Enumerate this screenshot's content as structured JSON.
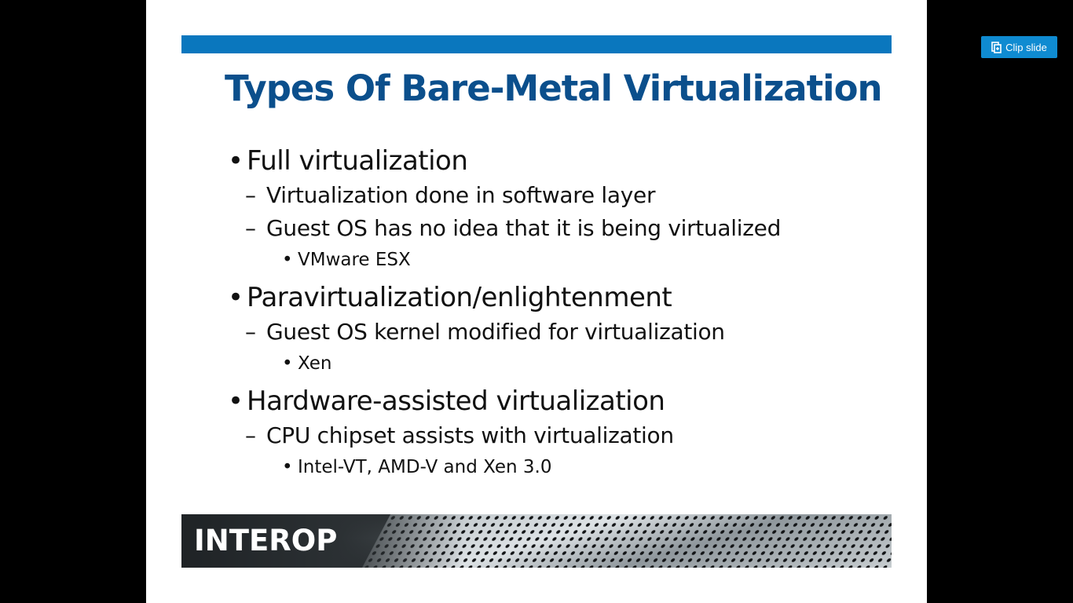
{
  "slide": {
    "title": "Types Of Bare-Metal Virtualization",
    "bullets": [
      {
        "text": "Full virtualization",
        "sub": [
          {
            "text": "Virtualization done in software layer"
          },
          {
            "text": "Guest OS has no idea that it is being virtualized",
            "sub": [
              "VMware ESX"
            ]
          }
        ]
      },
      {
        "text": "Paravirtualization/enlightenment",
        "sub": [
          {
            "text": "Guest OS kernel modified for virtualization",
            "sub": [
              "Xen"
            ]
          }
        ]
      },
      {
        "text": "Hardware-assisted virtualization",
        "sub": [
          {
            "text": "CPU chipset assists with virtualization",
            "sub": [
              "Intel-VT, AMD-V and Xen 3.0"
            ]
          }
        ]
      }
    ],
    "level1_marker": "•",
    "level2_marker": "–",
    "level3_marker": "•",
    "footer_logo": "INTEROP"
  },
  "toolbar": {
    "clip_label": "Clip slide",
    "clip_icon": "clip-slide-icon"
  },
  "colors": {
    "background": "#000000",
    "slide_background": "#ffffff",
    "title": "#0b4f8c",
    "top_bar": "#0a77be",
    "clip_button": "#0f8bd1"
  }
}
